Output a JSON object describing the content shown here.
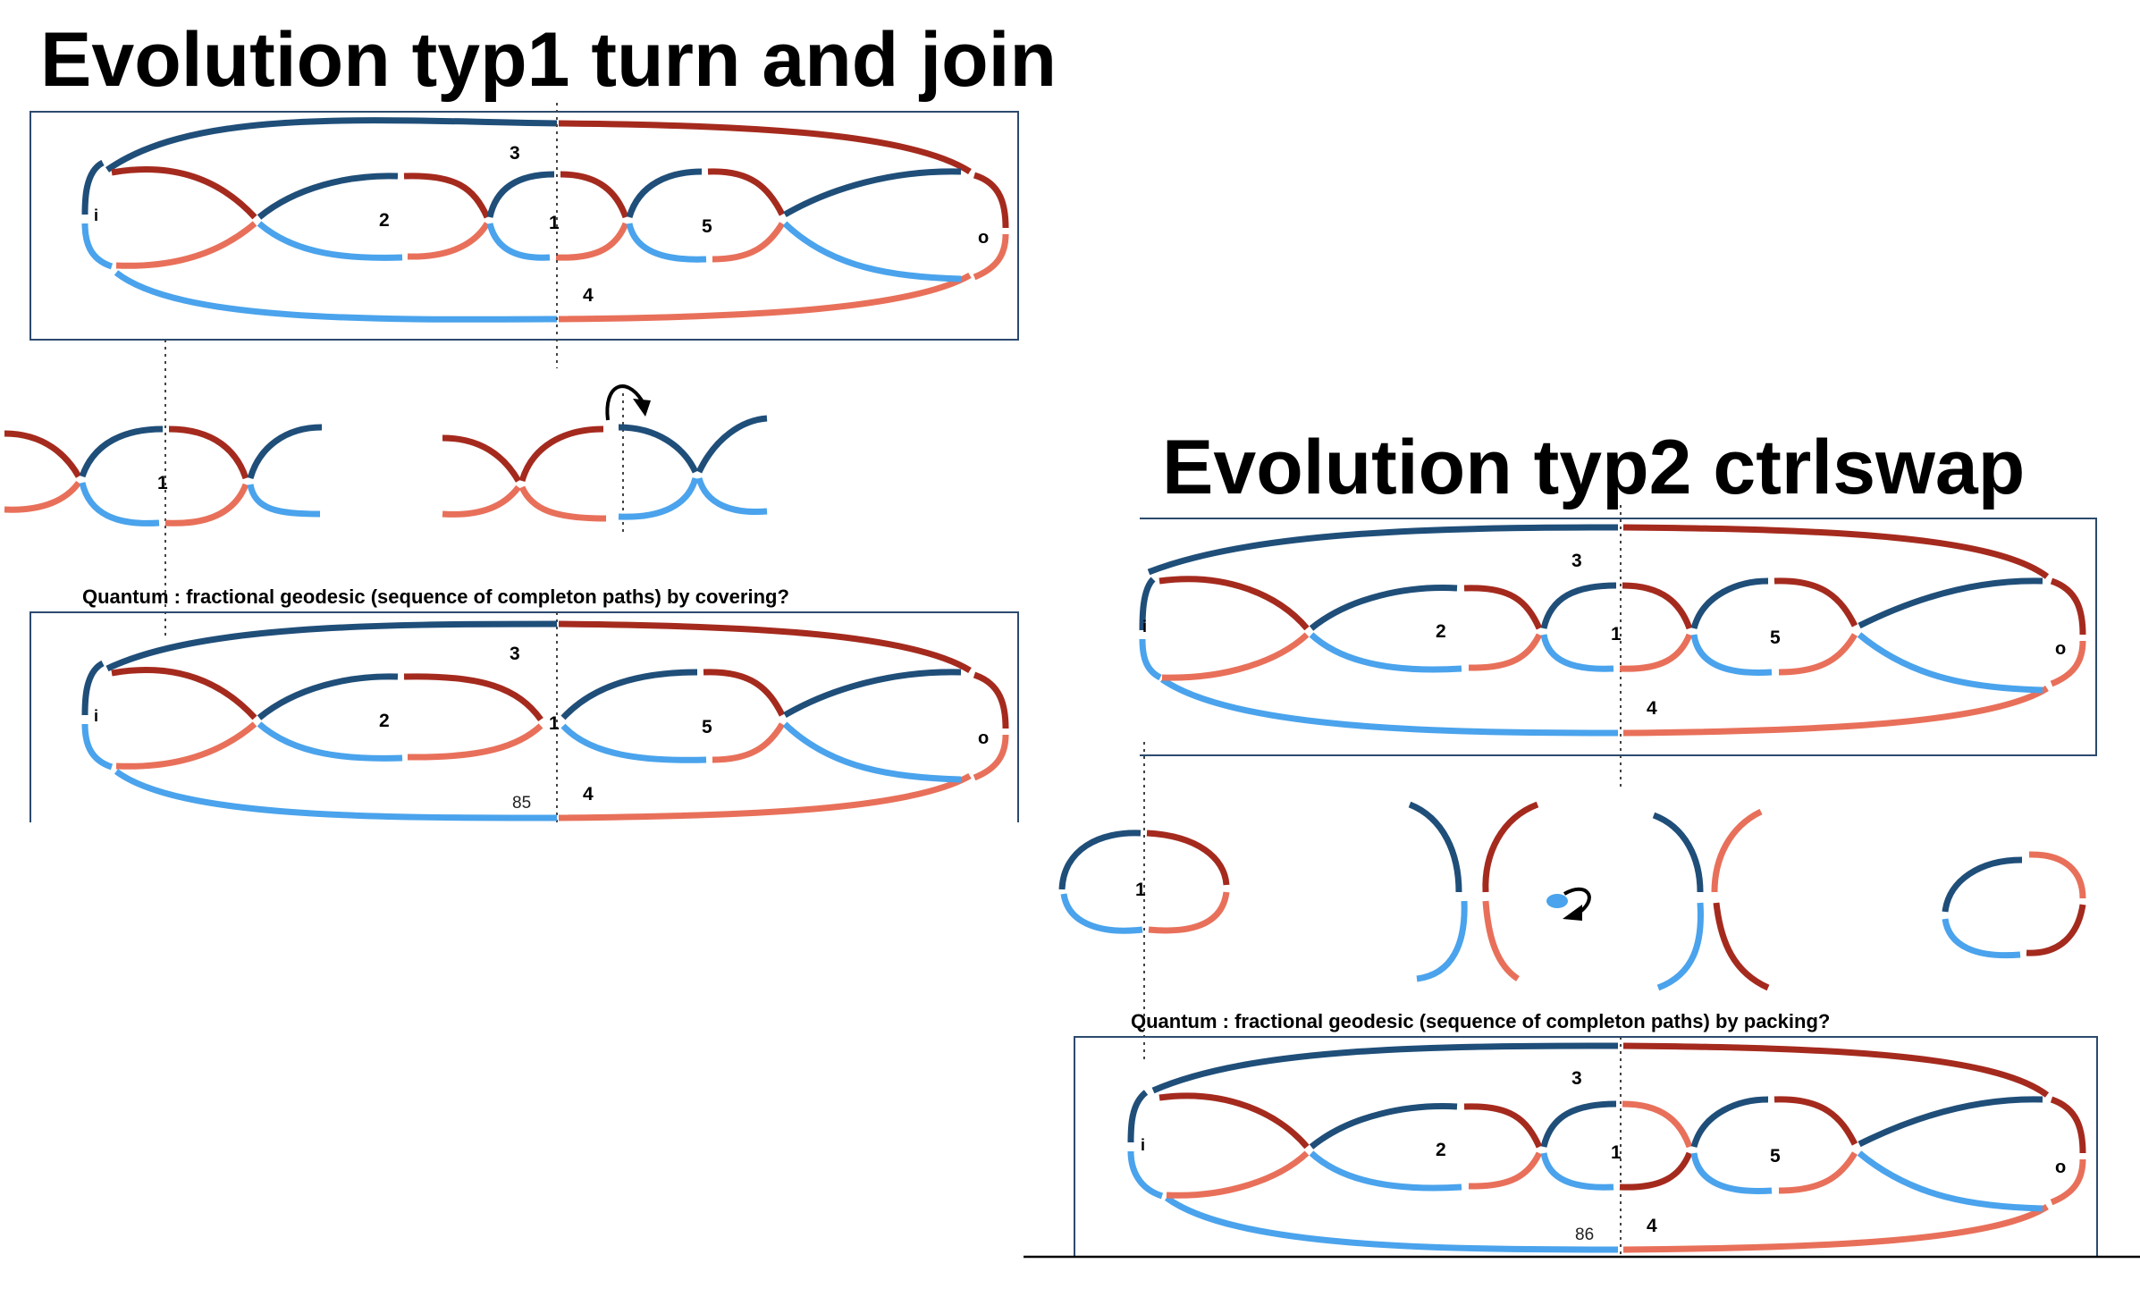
{
  "titles": {
    "typ1": "Evolution typ1 turn and join",
    "typ2": "Evolution typ2 ctrlswap"
  },
  "captions": {
    "covering": "Quantum : fractional geodesic (sequence of completon paths)  by covering?",
    "packing": "Quantum : fractional geodesic (sequence of completon paths)  by packing?"
  },
  "node_labels": {
    "i": "i",
    "o": "o",
    "one": "1",
    "two": "2",
    "three": "3",
    "four": "4",
    "five": "5"
  },
  "page_numbers": {
    "left": "85",
    "right": "86"
  },
  "colors": {
    "dark_blue": "#1f4e79",
    "light_blue": "#4aa3ec",
    "dark_red": "#a52a1e",
    "light_red": "#e8705a",
    "frame": "#2c4a6e"
  }
}
